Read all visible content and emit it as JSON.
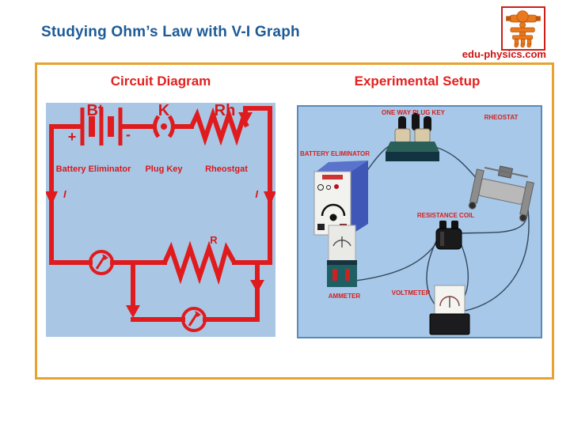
{
  "slide": {
    "title": "Studying Ohm’s Law with V-I Graph",
    "logo_text": "edu-physics.com",
    "logo_icon": "surveying-instrument-icon"
  },
  "circuit": {
    "heading": "Circuit Diagram",
    "battery_symbol": "Bt",
    "plug_key_symbol": "K",
    "rheostat_symbol": "Rh",
    "plus": "+",
    "minus": "-",
    "battery_label": "Battery Eliminator",
    "plug_key_label": "Plug Key",
    "rheostat_label": "Rheostgat",
    "current_label_left": "I",
    "current_label_right": "I",
    "resistor_label": "R"
  },
  "setup": {
    "heading": "Experimental Setup",
    "plug_key_label": "ONE WAY PLUG KEY",
    "rheostat_label": "RHEOSTAT",
    "battery_label": "BATTERY ELIMINATOR",
    "coil_label": "RESISTANCE COIL",
    "ammeter_label": "AMMETER",
    "voltmeter_label": "VOLTMETER"
  },
  "colors": {
    "title_blue": "#1d5b97",
    "heading_red": "#e3201f",
    "circuit_red": "#e01b1d",
    "panel_blue": "#a9c7e5",
    "frame_orange": "#e8a22f",
    "logo_orange": "#e8791c",
    "logo_text_red": "#cc1111"
  }
}
